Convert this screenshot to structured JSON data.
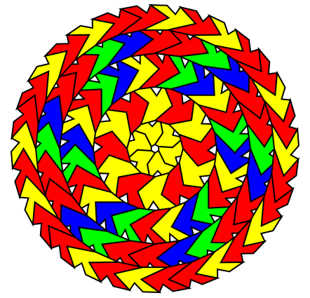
{
  "figure": {
    "kind": "rotational tessellation",
    "rotational_symmetry": 6,
    "background": "#ffffff",
    "outline_color": "#000000",
    "palette": {
      "red": "#ff0000",
      "yellow": "#ffff00",
      "green": "#00ff00",
      "blue": "#0000ff"
    },
    "rings": [
      {
        "ring": "core",
        "tiles_per_sector": 1,
        "colors": [
          "yellow"
        ]
      },
      {
        "ring": "inner",
        "tiles_per_sector": 2,
        "colors": [
          "red",
          "yellow"
        ]
      },
      {
        "ring": "middle",
        "tiles_per_sector": 4,
        "colors": [
          "green",
          "blue",
          "yellow",
          "red"
        ]
      },
      {
        "ring": "outer",
        "tiles_per_sector": 4,
        "colors": [
          "red",
          "green",
          "blue",
          "red"
        ]
      },
      {
        "ring": "rim",
        "tiles_per_sector": 5,
        "colors": [
          "red",
          "yellow",
          "red",
          "red",
          "yellow"
        ]
      }
    ]
  }
}
